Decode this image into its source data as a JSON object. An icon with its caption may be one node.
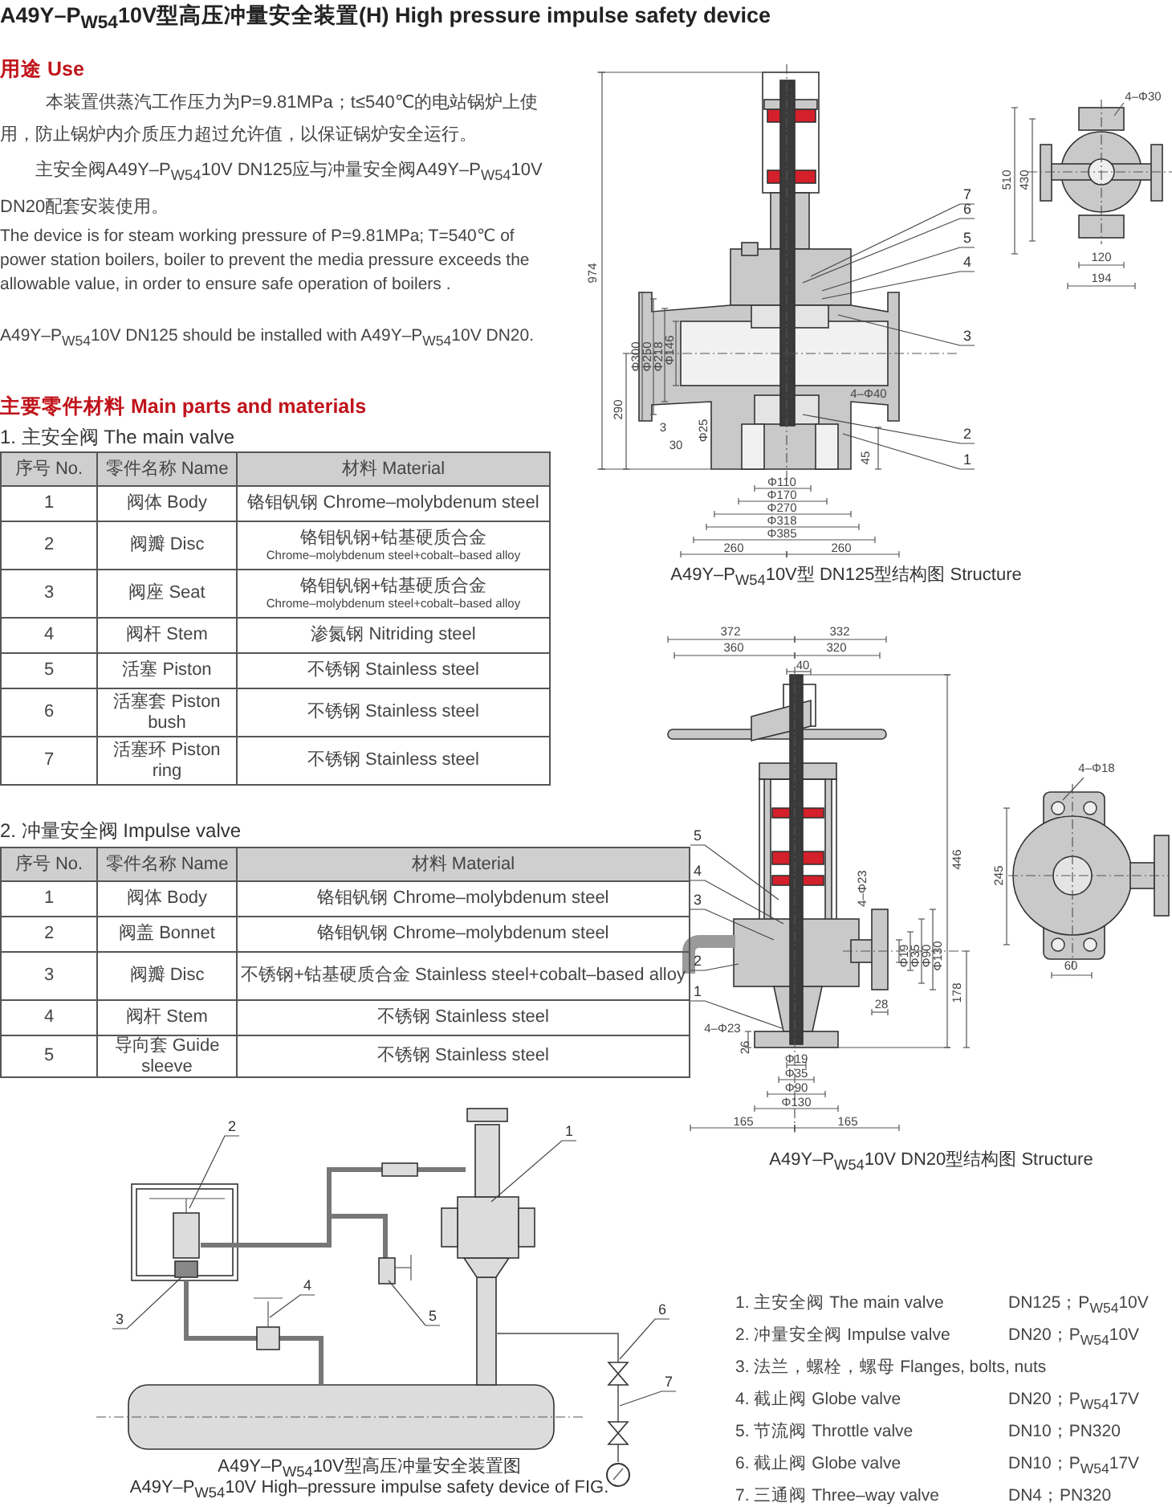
{
  "diagram": {
    "title": "A49Y–P$_{W54}$10V型高压冲量安全装置(H) High pressure impulse safety device",
    "nodes": [
      {
        "text": [
          "7"
        ]
      },
      {
        "text": [
          "6"
        ]
      },
      {
        "text": [
          "5"
        ]
      },
      {
        "text": [
          "4"
        ]
      },
      {
        "text": [
          "3"
        ]
      },
      {
        "text": [
          "2"
        ]
      },
      {
        "text": [
          "1"
        ]
      },
      {
        "text": [
          "5"
        ]
      },
      {
        "text": [
          "4"
        ]
      },
      {
        "text": [
          "3"
        ]
      },
      {
        "text": [
          "2"
        ]
      },
      {
        "text": [
          "1"
        ]
      },
      {
        "text": [
          "2"
        ]
      },
      {
        "text": [
          "1"
        ]
      },
      {
        "text": [
          "4"
        ]
      },
      {
        "text": [
          "5"
        ]
      },
      {
        "text": [
          "3"
        ]
      },
      {
        "text": [
          "6"
        ]
      },
      {
        "text": [
          "7"
        ]
      }
    ],
    "edges": [
      {
        "from": 0,
        "to": null,
        "arrow": "none"
      },
      {
        "from": 1,
        "to": null,
        "arrow": "none"
      },
      {
        "from": 2,
        "to": null,
        "arrow": "none"
      },
      {
        "from": 3,
        "to": null,
        "arrow": "none"
      },
      {
        "from": 4,
        "to": null,
        "arrow": "none"
      },
      {
        "from": 5,
        "to": null,
        "arrow": "none"
      },
      {
        "from": 6,
        "to": null,
        "arrow": "none"
      },
      {
        "from": 7,
        "to": null,
        "arrow": "none"
      },
      {
        "from": 8,
        "to": null,
        "arrow": "none"
      },
      {
        "from": 9,
        "to": null,
        "arrow": "none"
      },
      {
        "from": 10,
        "to": null,
        "arrow": "none"
      },
      {
        "from": 11,
        "to": null,
        "arrow": "none"
      },
      {
        "from": 12,
        "to": null,
        "arrow": "none"
      },
      {
        "from": 13,
        "to": null,
        "arrow": "none"
      },
      {
        "from": 14,
        "to": null,
        "arrow": "none"
      },
      {
        "from": 15,
        "to": null,
        "arrow": "none"
      },
      {
        "from": 16,
        "to": null,
        "arrow": "none"
      },
      {
        "from": 17,
        "to": null,
        "arrow": "none"
      },
      {
        "from": 18,
        "to": null,
        "arrow": "none"
      }
    ],
    "labels": [
      "用途 Use",
      "本装置供蒸汽工作压力为P=9.81MPa；t≤540℃的电站锅炉上使用，防止锅炉内介质压力超过允许值，以保证锅炉安全运行。",
      "主安全阀A49Y–P$_{W54}$10V  DN125应与冲量安全阀A49Y–P$_{W54}$10V  DN20配套安装使用。",
      "The device is for steam working pressure of P=9.81MPa; T=540℃ of power station boilers, boiler to prevent the media pressure exceeds the allowable value, in order to ensure safe operation of boilers .",
      "A49Y–P$_{W54}$10V DN125 should be installed with A49Y–P$_{W54}$10V DN20.",
      "主要零件材料 Main parts and materials",
      "1. 主安全阀 The main valve",
      "序号 No.",
      "零件名称 Name",
      "材料 Material",
      "1",
      "阀体 Body",
      "铬钼钒钢 Chrome–molybdenum steel",
      "2",
      "阀瓣 Disc",
      "铬钼钒钢+钴基硬质合金",
      "Chrome–molybdenum steel+cobalt–based alloy",
      "3",
      "阀座 Seat",
      "铬钼钒钢+钴基硬质合金",
      "Chrome–molybdenum steel+cobalt–based alloy",
      "4",
      "阀杆 Stem",
      "渗氮钢 Nitriding steel",
      "5",
      "活塞 Piston",
      "不锈钢 Stainless steel",
      "6",
      "活塞套 Piston bush",
      "不锈钢 Stainless steel",
      "7",
      "活塞环 Piston ring",
      "不锈钢 Stainless steel",
      "2. 冲量安全阀  Impulse valve",
      "序号 No.",
      "零件名称 Name",
      "材料 Material",
      "1",
      "阀体 Body",
      "铬钼钒钢 Chrome–molybdenum steel",
      "2",
      "阀盖 Bonnet",
      "铬钼钒钢 Chrome–molybdenum steel",
      "3",
      "阀瓣 Disc",
      "不锈钢+钴基硬质合金 Stainless steel+cobalt–based alloy",
      "4",
      "阀杆 Stem",
      "不锈钢 Stainless steel",
      "5",
      "导向套 Guide sleeve",
      "不锈钢 Stainless steel",
      "974",
      "Φ300",
      "Φ250",
      "Φ218",
      "Φ146",
      "290",
      "3",
      "30",
      "Φ25",
      "4–Φ40",
      "Φ110",
      "Φ170",
      "Φ270",
      "Φ318",
      "Φ385",
      "260",
      "260",
      "45",
      "4–Φ30",
      "510",
      "430",
      "120",
      "194",
      "A49Y–P$_{W54}$10V型  DN125型结构图 Structure",
      "372",
      "332",
      "360",
      "320",
      "40",
      "446",
      "4–Φ23",
      "Φ19",
      "Φ35",
      "Φ90",
      "Φ130",
      "28",
      "178",
      "4–Φ23",
      "26",
      "Φ19",
      "Φ35",
      "Φ90",
      "Φ130",
      "165",
      "165",
      "4–Φ18",
      "245",
      "60",
      "A49Y–P$_{W54}$10V  DN20型结构图 Structure",
      "A49Y–P$_{W54}$10V型高压冲量安全装置图",
      "A49Y–P$_{W54}$10V High–pressure impulse safety device of FIG.",
      "1. 主安全阀 The main valve",
      "DN125；P$_{W54}$10V",
      "2. 冲量安全阀 Impulse valve",
      "DN20；P$_{W54}$10V",
      "3. 法兰，螺栓，螺母 Flanges, bolts, nuts",
      "4. 截止阀 Globe valve",
      "DN20；P$_{W54}$17V",
      "5. 节流阀 Throttle valve",
      "DN10；PN320",
      "6. 截止阀 Globe valve",
      "DN10；P$_{W54}$17V",
      "7. 三通阀 Three–way valve",
      "DN4；PN320"
    ]
  }
}
